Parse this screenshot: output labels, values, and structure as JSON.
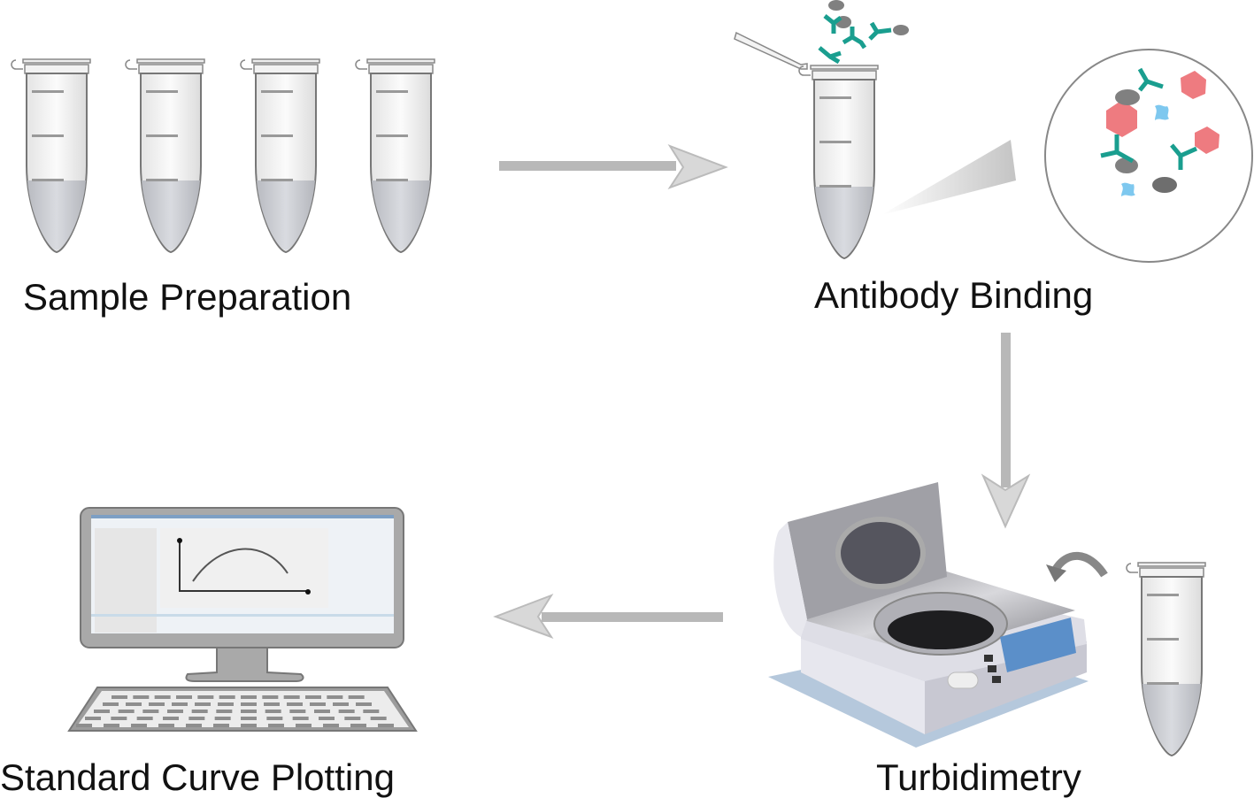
{
  "steps": [
    {
      "id": "sample-preparation",
      "label": "Sample Preparation"
    },
    {
      "id": "antibody-binding",
      "label": "Antibody Binding"
    },
    {
      "id": "turbidimetry",
      "label": "Turbidimetry"
    },
    {
      "id": "standard-curve-plotting",
      "label": "Standard Curve Plotting"
    }
  ],
  "colors": {
    "antibody": "#1a9e8f",
    "antigen": "#ee7b80",
    "particle": "#808080",
    "small_molecule": "#7ec8ef",
    "arrow": "#b8b8b8",
    "liquid": "#c9cbd1",
    "screen_blue": "#5b8fc9"
  }
}
